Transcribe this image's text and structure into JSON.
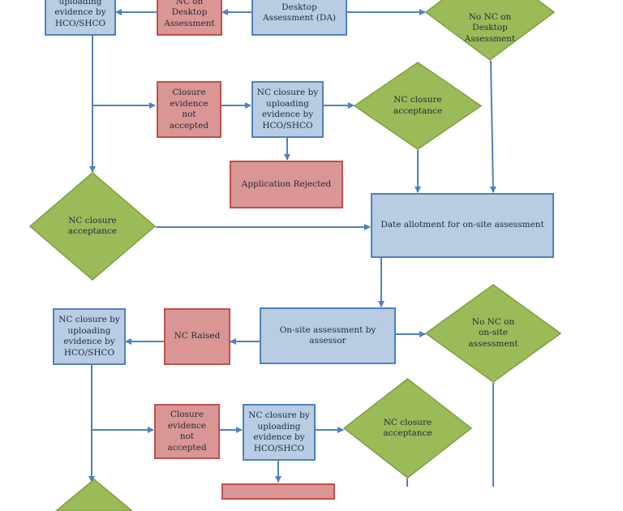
{
  "colors": {
    "process_fill": "#b8cce4",
    "process_border": "#4f81bd",
    "reject_fill": "#d99694",
    "reject_border": "#c0504d",
    "decision_fill": "#9bbb59",
    "decision_border": "#7f9f3f",
    "connector": "#4f81bd"
  },
  "nodes": {
    "top_left_nc_closure": "uploading\nevidence by\nHCO/SHCO",
    "top_nc_on_desktop": "NC on\nDesktop\nAssessment",
    "top_desktop_assessment": "Desktop\nAssessment (DA)",
    "top_no_nc_desktop": "No NC on\nDesktop\nAssessment",
    "closure_not_accepted_1": "Closure\nevidence\nnot\naccepted",
    "nc_closure_upload_1": "NC closure by\nuploading\nevidence by\nHCO/SHCO",
    "nc_closure_acceptance_1": "NC closure\nacceptance",
    "application_rejected_1": "Application Rejected",
    "nc_closure_acceptance_left": "NC closure\nacceptance",
    "date_allotment": "Date allotment for on-site assessment",
    "nc_closure_upload_2": "NC closure by\nuploading\nevidence by\nHCO/SHCO",
    "nc_raised": "NC Raised",
    "onsite_assessment": "On-site assessment by\nassessor",
    "no_nc_onsite": "No NC on\non-site\nassessment",
    "closure_not_accepted_2": "Closure\nevidence\nnot\naccepted",
    "nc_closure_upload_3": "NC closure by\nuploading\nevidence by\nHCO/SHCO",
    "nc_closure_acceptance_2": "NC closure\nacceptance"
  }
}
